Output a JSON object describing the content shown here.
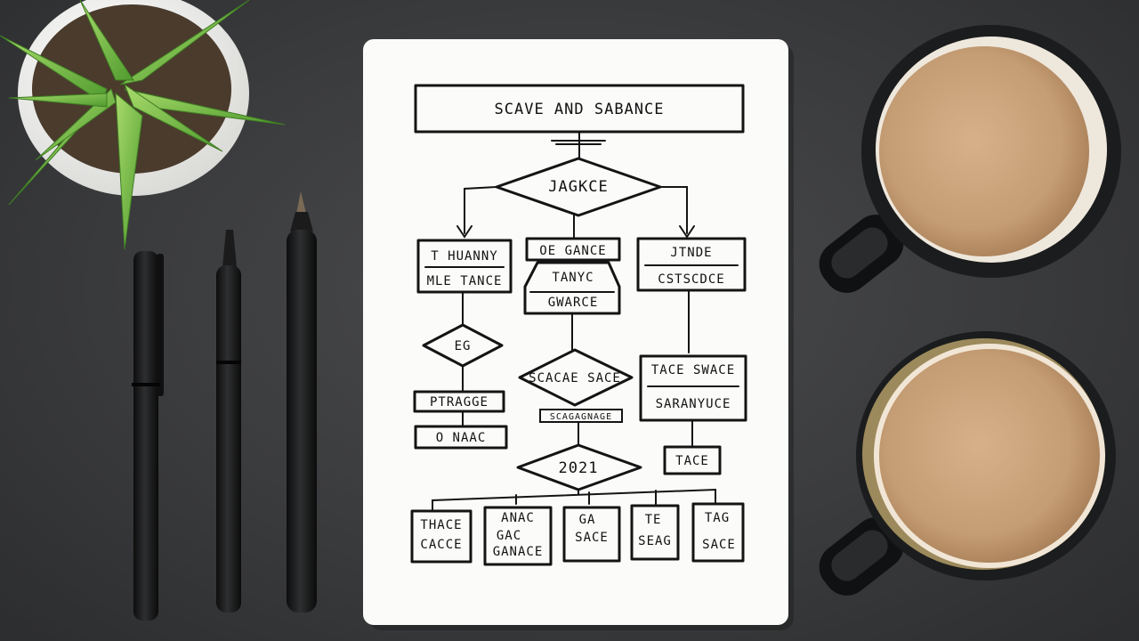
{
  "notebook": {
    "title": "SCAVE AND SABANCE",
    "decision_top": "JAGKCE",
    "branch_left": {
      "line1": "T HUANNY",
      "line2": "MLE TANCE"
    },
    "branch_mid": {
      "line1": "OE GANCE",
      "line2": "TANYC",
      "line3": "GWARCE"
    },
    "branch_right": {
      "line1": "JTNDE",
      "line2": "CSTSCDCE"
    },
    "decision_left": "EG",
    "left_box1": "PTRAGGE",
    "left_box2": "O NAAC",
    "decision_mid": "SCACAE SACE",
    "mid_bar": "SCAGAGNAGE",
    "right_box": {
      "line1": "TACE SWACE",
      "line2": "SARANYUCE"
    },
    "right_small": "TACE",
    "decision_bottom": "2021",
    "bottom_boxes": [
      {
        "line1": "THACE",
        "line2": "CACCE"
      },
      {
        "line1": "ANAC",
        "line2": "GAC",
        "line3": "GANACE"
      },
      {
        "line1": "GA",
        "line2": "SACE"
      },
      {
        "line1": "TE",
        "line2": "SEAG"
      },
      {
        "line1": "TAG",
        "line2": "SACE"
      }
    ]
  },
  "colors": {
    "desk": "#3a3b3d",
    "paper": "#fbfbfa",
    "ink": "#141414",
    "coffee": "#c9a27a",
    "mug": "#1e1f20",
    "leaf": "#7cc04a",
    "pot": "#f4f4f2"
  },
  "objects": [
    "succulent-plant",
    "pen",
    "pen",
    "pen",
    "notebook-flowchart",
    "coffee-mug",
    "coffee-mug"
  ]
}
